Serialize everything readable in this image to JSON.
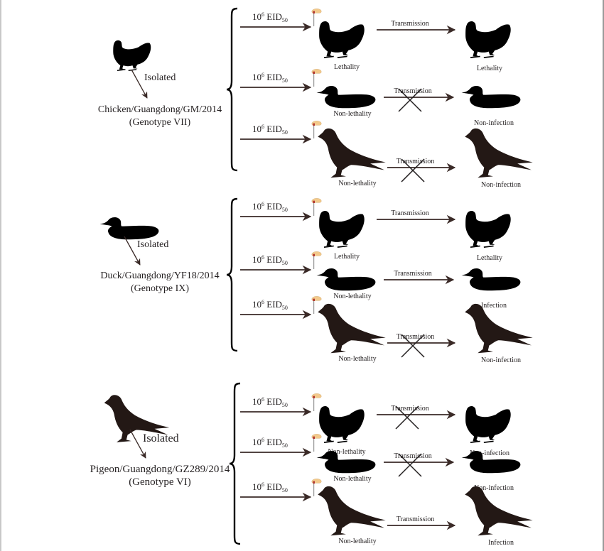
{
  "figure": {
    "colors": {
      "silhouette": "#000000",
      "pigeon": "#231815",
      "arrow": "#3a2a27",
      "hand": "#f3c98b",
      "frame": "#c8c8c8"
    },
    "dose_label": {
      "base": "10",
      "exp": "6",
      "unit": "EID",
      "sub": "50"
    },
    "transmission_label": "Transmission",
    "isolated_label": "Isolated",
    "groups": [
      {
        "source_bird": "chicken",
        "strain": "Chicken/Guangdong/GM/2014",
        "genotype": "(Genotype VII)",
        "rows": [
          {
            "inoculated": "chicken",
            "outcome": "Lethality",
            "transmission_blocked": false,
            "contact": "chicken",
            "contact_outcome": "Lethality"
          },
          {
            "inoculated": "duck",
            "outcome": "Non-lethality",
            "transmission_blocked": true,
            "contact": "duck",
            "contact_outcome": "Non-infection"
          },
          {
            "inoculated": "pigeon",
            "outcome": "Non-lethality",
            "transmission_blocked": true,
            "contact": "pigeon",
            "contact_outcome": "Non-infection"
          }
        ]
      },
      {
        "source_bird": "duck",
        "strain": "Duck/Guangdong/YF18/2014",
        "genotype": "(Genotype IX)",
        "rows": [
          {
            "inoculated": "chicken",
            "outcome": "Lethality",
            "transmission_blocked": false,
            "contact": "chicken",
            "contact_outcome": "Lethality"
          },
          {
            "inoculated": "duck",
            "outcome": "Non-lethality",
            "transmission_blocked": false,
            "contact": "duck",
            "contact_outcome": "Infection"
          },
          {
            "inoculated": "pigeon",
            "outcome": "Non-lethality",
            "transmission_blocked": true,
            "contact": "pigeon",
            "contact_outcome": "Non-infection"
          }
        ]
      },
      {
        "source_bird": "pigeon",
        "strain": "Pigeon/Guangdong/GZ289/2014",
        "genotype": "(Genotype VI)",
        "rows": [
          {
            "inoculated": "chicken",
            "outcome": "Non-lethality",
            "transmission_blocked": true,
            "contact": "chicken",
            "contact_outcome": "Non-infection"
          },
          {
            "inoculated": "duck",
            "outcome": "Non-lethality",
            "transmission_blocked": true,
            "contact": "duck",
            "contact_outcome": "Non-infection"
          },
          {
            "inoculated": "pigeon",
            "outcome": "Non-lethality",
            "transmission_blocked": false,
            "contact": "pigeon",
            "contact_outcome": "Infection"
          }
        ]
      }
    ]
  }
}
